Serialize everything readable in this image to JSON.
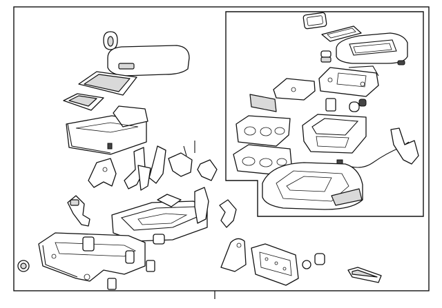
{
  "diagram": {
    "frame_color": "#111111",
    "background": "#ffffff",
    "parts": [
      {
        "id": "grommet-top",
        "icon": "grommet-icon"
      },
      {
        "id": "armrest-lid",
        "icon": "lid-icon"
      },
      {
        "id": "mat-upper",
        "icon": "mat-icon"
      },
      {
        "id": "mat-lower",
        "icon": "mat-icon"
      },
      {
        "id": "storage-bin",
        "icon": "bin-icon"
      },
      {
        "id": "bracket-left",
        "icon": "bracket-icon"
      },
      {
        "id": "bracket-mid",
        "icon": "bracket-icon"
      },
      {
        "id": "bracket-right",
        "icon": "bracket-icon"
      },
      {
        "id": "latch",
        "icon": "latch-icon"
      },
      {
        "id": "frame-assembly",
        "icon": "frame-icon"
      },
      {
        "id": "hinge",
        "icon": "hinge-icon"
      },
      {
        "id": "base-housing",
        "icon": "housing-icon"
      },
      {
        "id": "plug-left",
        "icon": "plug-icon"
      },
      {
        "id": "cover-plate",
        "icon": "plate-icon"
      },
      {
        "id": "module-panel",
        "icon": "panel-icon"
      },
      {
        "id": "connector-pair",
        "icon": "connector-icon"
      },
      {
        "id": "trim-strip",
        "icon": "strip-icon"
      },
      {
        "id": "inset-gasket",
        "icon": "gasket-icon"
      },
      {
        "id": "inset-frame-cover",
        "icon": "cover-icon"
      },
      {
        "id": "inset-lid",
        "icon": "lid-icon"
      },
      {
        "id": "inset-latch",
        "icon": "latch-icon"
      },
      {
        "id": "inset-plate",
        "icon": "plate-icon"
      },
      {
        "id": "inset-pad",
        "icon": "pad-icon"
      },
      {
        "id": "inset-cupholder-upper",
        "icon": "cupholder-icon"
      },
      {
        "id": "inset-cupholder-lower",
        "icon": "cupholder-icon"
      },
      {
        "id": "inset-tray",
        "icon": "tray-icon"
      },
      {
        "id": "inset-switch",
        "icon": "switch-icon"
      },
      {
        "id": "inset-harness",
        "icon": "harness-icon"
      },
      {
        "id": "inset-base",
        "icon": "base-icon"
      }
    ]
  }
}
